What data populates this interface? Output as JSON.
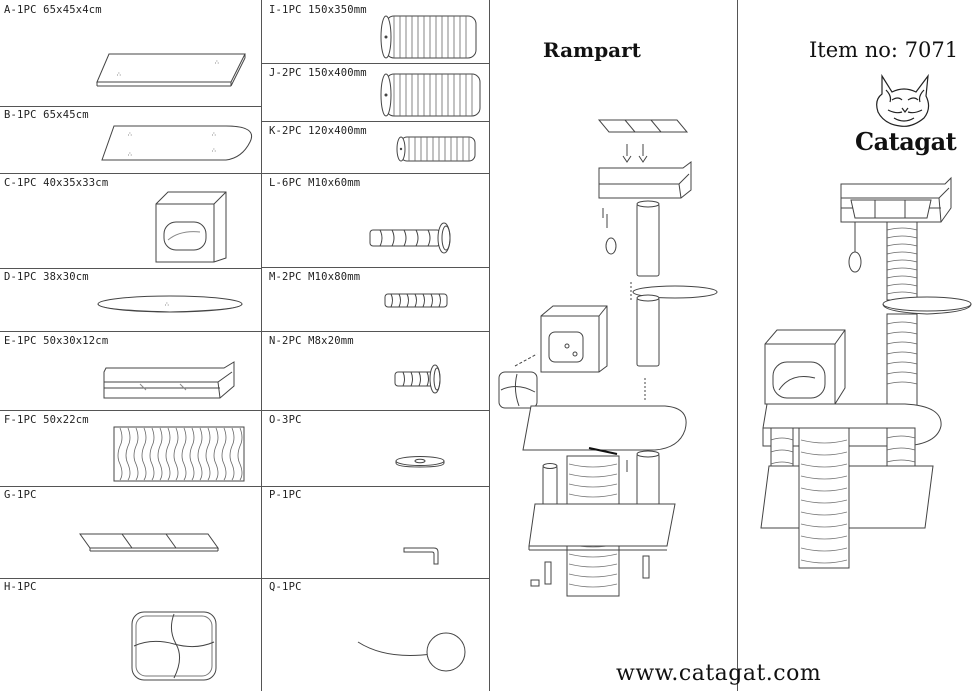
{
  "parts": [
    {
      "id": "A",
      "label": "A-1PC 65x45x4cm"
    },
    {
      "id": "B",
      "label": "B-1PC 65x45cm"
    },
    {
      "id": "C",
      "label": "C-1PC 40x35x33cm"
    },
    {
      "id": "D",
      "label": "D-1PC 38x30cm"
    },
    {
      "id": "E",
      "label": "E-1PC 50x30x12cm"
    },
    {
      "id": "F",
      "label": "F-1PC 50x22cm"
    },
    {
      "id": "G",
      "label": "G-1PC"
    },
    {
      "id": "H",
      "label": "H-1PC"
    },
    {
      "id": "I",
      "label": "I-1PC 150x350mm"
    },
    {
      "id": "J",
      "label": "J-2PC 150x400mm"
    },
    {
      "id": "K",
      "label": "K-2PC 120x400mm"
    },
    {
      "id": "L",
      "label": "L-6PC M10x60mm"
    },
    {
      "id": "M",
      "label": "M-2PC M10x80mm"
    },
    {
      "id": "N",
      "label": "N-2PC M8x20mm"
    },
    {
      "id": "O",
      "label": "O-3PC"
    },
    {
      "id": "P",
      "label": "P-1PC"
    },
    {
      "id": "Q",
      "label": "Q-1PC"
    }
  ],
  "product": {
    "name": "Rampart",
    "item_no": "Item no: 7071",
    "brand": "Catagat",
    "website": "www.catagat.com"
  },
  "colors": {
    "line": "#555555",
    "ink": "#222222",
    "background": "#ffffff"
  }
}
